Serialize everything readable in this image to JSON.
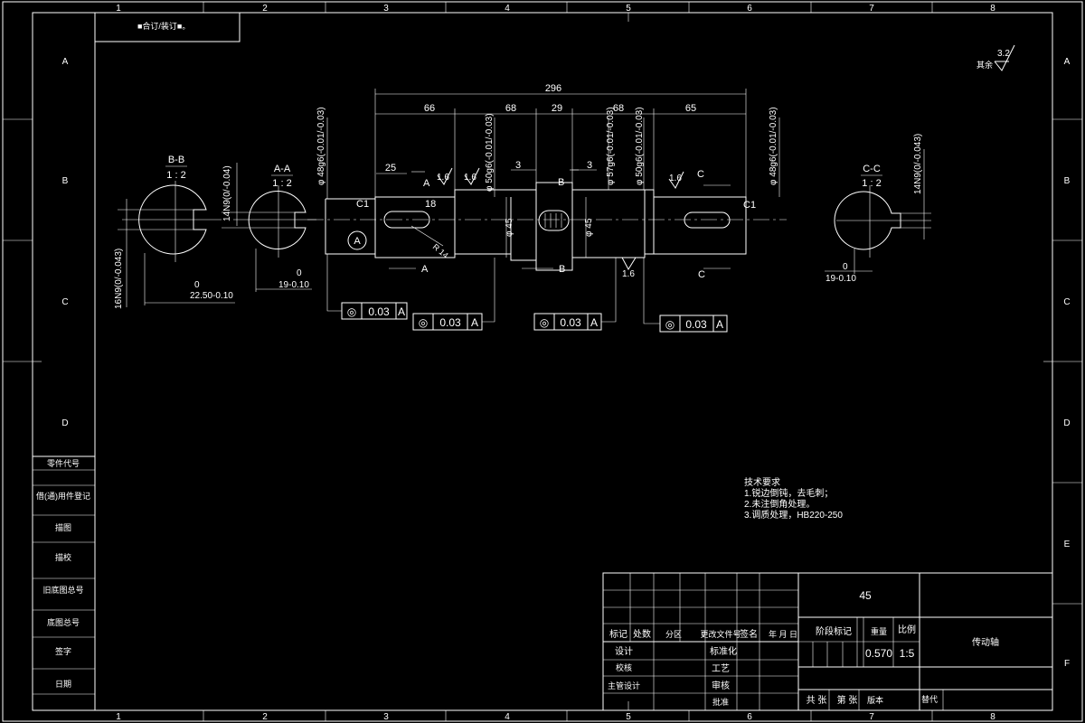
{
  "border": {
    "columns": [
      "1",
      "2",
      "3",
      "4",
      "5",
      "6",
      "7",
      "8"
    ],
    "rows": [
      "A",
      "B",
      "C",
      "D",
      "E",
      "F"
    ]
  },
  "top_left_box": "■合订/装订■。",
  "roughness": {
    "value": "3.2",
    "label": "其余"
  },
  "dimensions": {
    "total_length": "296",
    "segments": [
      "66",
      "68",
      "29",
      "68",
      "65"
    ],
    "d_48_left": "φ 48g6(-0.01/-0.03)",
    "d_50_left": "φ 50g6(-0.01/-0.03)",
    "d_57": "φ 57g6(-0.01/-0.03)",
    "d_50_right": "φ 50g6(-0.01/-0.03)",
    "d_48_right": "φ 48g6(-0.01/-0.03)",
    "d_45_a": "φ 45",
    "d_45_b": "φ 45",
    "key_len": "25",
    "key_off": "18",
    "rad": "R 14",
    "three_a": "3",
    "three_b": "3",
    "cham_l": "C1",
    "cham_r": "C1",
    "rough_16": "1.6"
  },
  "sections": {
    "bb": {
      "title": "B-B",
      "scale": "1 : 2",
      "tol_v": "16N9(0/-0.043)",
      "tol_h": "22.50-0.10",
      "tol_h0": "0"
    },
    "aa": {
      "title": "A-A",
      "scale": "1 : 2",
      "tol_v": "14N9(0/-0.04)",
      "tol_h": "19-0.10",
      "tol_h0": "0"
    },
    "cc": {
      "title": "C-C",
      "scale": "1 : 2",
      "tol_v": "14N9(0/-0.043)",
      "tol_h": "19-0.10",
      "tol_h0": "0"
    }
  },
  "section_marks": [
    "A",
    "A",
    "B",
    "B",
    "C",
    "C"
  ],
  "datum": "A",
  "tolerance_frames": [
    {
      "sym": "◎",
      "value": "0.03",
      "datum": "A"
    },
    {
      "sym": "◎",
      "value": "0.03",
      "datum": "A"
    },
    {
      "sym": "◎",
      "value": "0.03",
      "datum": "A"
    },
    {
      "sym": "◎",
      "value": "0.03",
      "datum": "A"
    }
  ],
  "tech_notes": {
    "title": "技术要求",
    "lines": [
      "1.锐边倒钝，去毛刺；",
      "2.未注倒角处理。",
      "3.调质处理，HB220-250"
    ]
  },
  "left_column": [
    "零件代号",
    "借(通)用件登记",
    "描图",
    "描校",
    "旧底图总号",
    "底图总号",
    "签字",
    "日期"
  ],
  "title_block": {
    "material": "45",
    "headers": [
      "标记",
      "处数",
      "分区",
      "更改文件号",
      "签名",
      "年 月 日"
    ],
    "roles_left": [
      "设计",
      "校核",
      "主管设计"
    ],
    "roles_mid": [
      "标准化",
      "工艺",
      "审核",
      "批准"
    ],
    "stage_label": "阶段标记",
    "weight_label": "重量",
    "scale_label": "比例",
    "weight": "0.570",
    "scale": "1:5",
    "part_name": "传动轴",
    "bottom": [
      "共 张",
      "第 张",
      "版本",
      "替代"
    ]
  }
}
